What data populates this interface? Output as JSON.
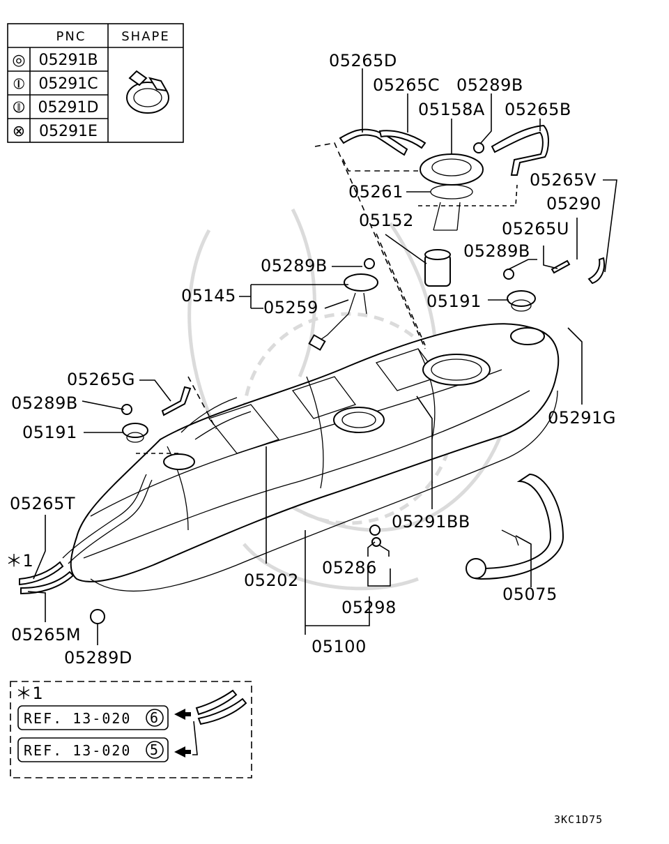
{
  "shape_table": {
    "header_pnc": "PNC",
    "header_shape": "SHAPE",
    "rows": [
      {
        "symbol": "◎",
        "pnc": "05291B"
      },
      {
        "symbol": "⦶",
        "pnc": "05291C"
      },
      {
        "symbol": "⦷",
        "pnc": "05291D"
      },
      {
        "symbol": "⊗",
        "pnc": "05291E"
      }
    ]
  },
  "labels": {
    "p05265D": "05265D",
    "p05265C": "05265C",
    "p05289B_top": "05289B",
    "p05158A": "05158A",
    "p05265B": "05265B",
    "p05265V": "05265V",
    "p05261": "05261",
    "p05290": "05290",
    "p05152": "05152",
    "p05265U": "05265U",
    "p05289B_mid": "05289B",
    "p05289B_left": "05289B",
    "p05145": "05145",
    "p05259": "05259",
    "p05191_right": "05191",
    "p05265G": "05265G",
    "p05289B_low": "05289B",
    "p05191_left": "05191",
    "p05291G": "05291G",
    "p05265T": "05265T",
    "p05291BB": "05291BB",
    "star1": "＊1",
    "p05202": "05202",
    "p05286": "05286",
    "p05075": "05075",
    "p05265M": "05265M",
    "p05298": "05298",
    "p05289D": "05289D",
    "p05100": "05100"
  },
  "inset": {
    "marker": "＊1",
    "ref_top": "REF. 13-020",
    "ref_top_num": "6",
    "ref_bottom": "REF. 13-020",
    "ref_bottom_num": "5"
  },
  "diagram_code": "3KC1D75"
}
